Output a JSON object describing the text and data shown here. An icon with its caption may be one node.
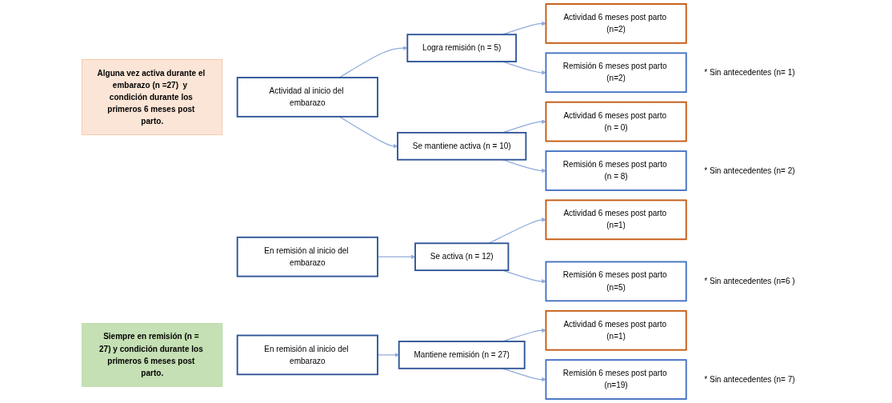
{
  "diagram": {
    "nodes": [
      {
        "text": [
          "Alguna vez activa durante el embarazo (n =27)  y  condición durante los primeros 6 meses post parto."
        ]
      },
      {
        "text": [
          "Siempre en remisión (n = 27) y condición durante los primeros 6 meses post parto."
        ]
      },
      {
        "text": [
          "Actividad al inicio del embarazo"
        ]
      },
      {
        "text": [
          "Logra remisión (n = 5)"
        ]
      },
      {
        "text": [
          "Actividad 6 meses post parto (n=2)"
        ]
      },
      {
        "text": [
          "Remisión 6 meses post parto (n=2)"
        ],
        "beside": [
          "* Sin antecedentes (n= 1)"
        ]
      },
      {
        "text": [
          "Se mantiene activa (n = 10)"
        ]
      },
      {
        "text": [
          "Actividad 6 meses post parto (n = 0)"
        ]
      },
      {
        "text": [
          "Remisión 6 meses post parto (n = 8)"
        ],
        "beside": [
          "* Sin antecedentes (n= 2)"
        ]
      },
      {
        "text": [
          "En remisión al inicio del embarazo"
        ]
      },
      {
        "text": [
          "Se activa (n = 12)"
        ]
      },
      {
        "text": [
          "Actividad 6 meses post parto (n=1)"
        ]
      },
      {
        "text": [
          "Remisión 6 meses post parto (n=5)"
        ],
        "beside": [
          "* Sin antecedentes (n=6 )"
        ]
      },
      {
        "text": [
          "En remisión al inicio del embarazo"
        ]
      },
      {
        "text": [
          "Mantiene  remisión (n = 27)"
        ]
      },
      {
        "text": [
          "Actividad 6 meses post parto (n=1)"
        ]
      },
      {
        "text": [
          "Remisión 6 meses post parto (n=19)"
        ],
        "beside": [
          "* Sin antecedentes (n= 7)"
        ]
      }
    ],
    "edges": [
      {
        "from": 2,
        "to": 3,
        "arrow": "to"
      },
      {
        "from": 2,
        "to": 6,
        "arrow": "to"
      },
      {
        "from": 3,
        "to": 4,
        "arrow": "to"
      },
      {
        "from": 3,
        "to": 5,
        "arrow": "to"
      },
      {
        "from": 6,
        "to": 7,
        "arrow": "to"
      },
      {
        "from": 6,
        "to": 8,
        "arrow": "to"
      },
      {
        "from": 9,
        "to": 10,
        "arrow": "to"
      },
      {
        "from": 10,
        "to": 11,
        "arrow": "to"
      },
      {
        "from": 10,
        "to": 12,
        "arrow": "to"
      },
      {
        "from": 13,
        "to": 14,
        "arrow": "to"
      },
      {
        "from": 14,
        "to": 15,
        "arrow": "to"
      },
      {
        "from": 14,
        "to": 16,
        "arrow": "to"
      }
    ]
  }
}
